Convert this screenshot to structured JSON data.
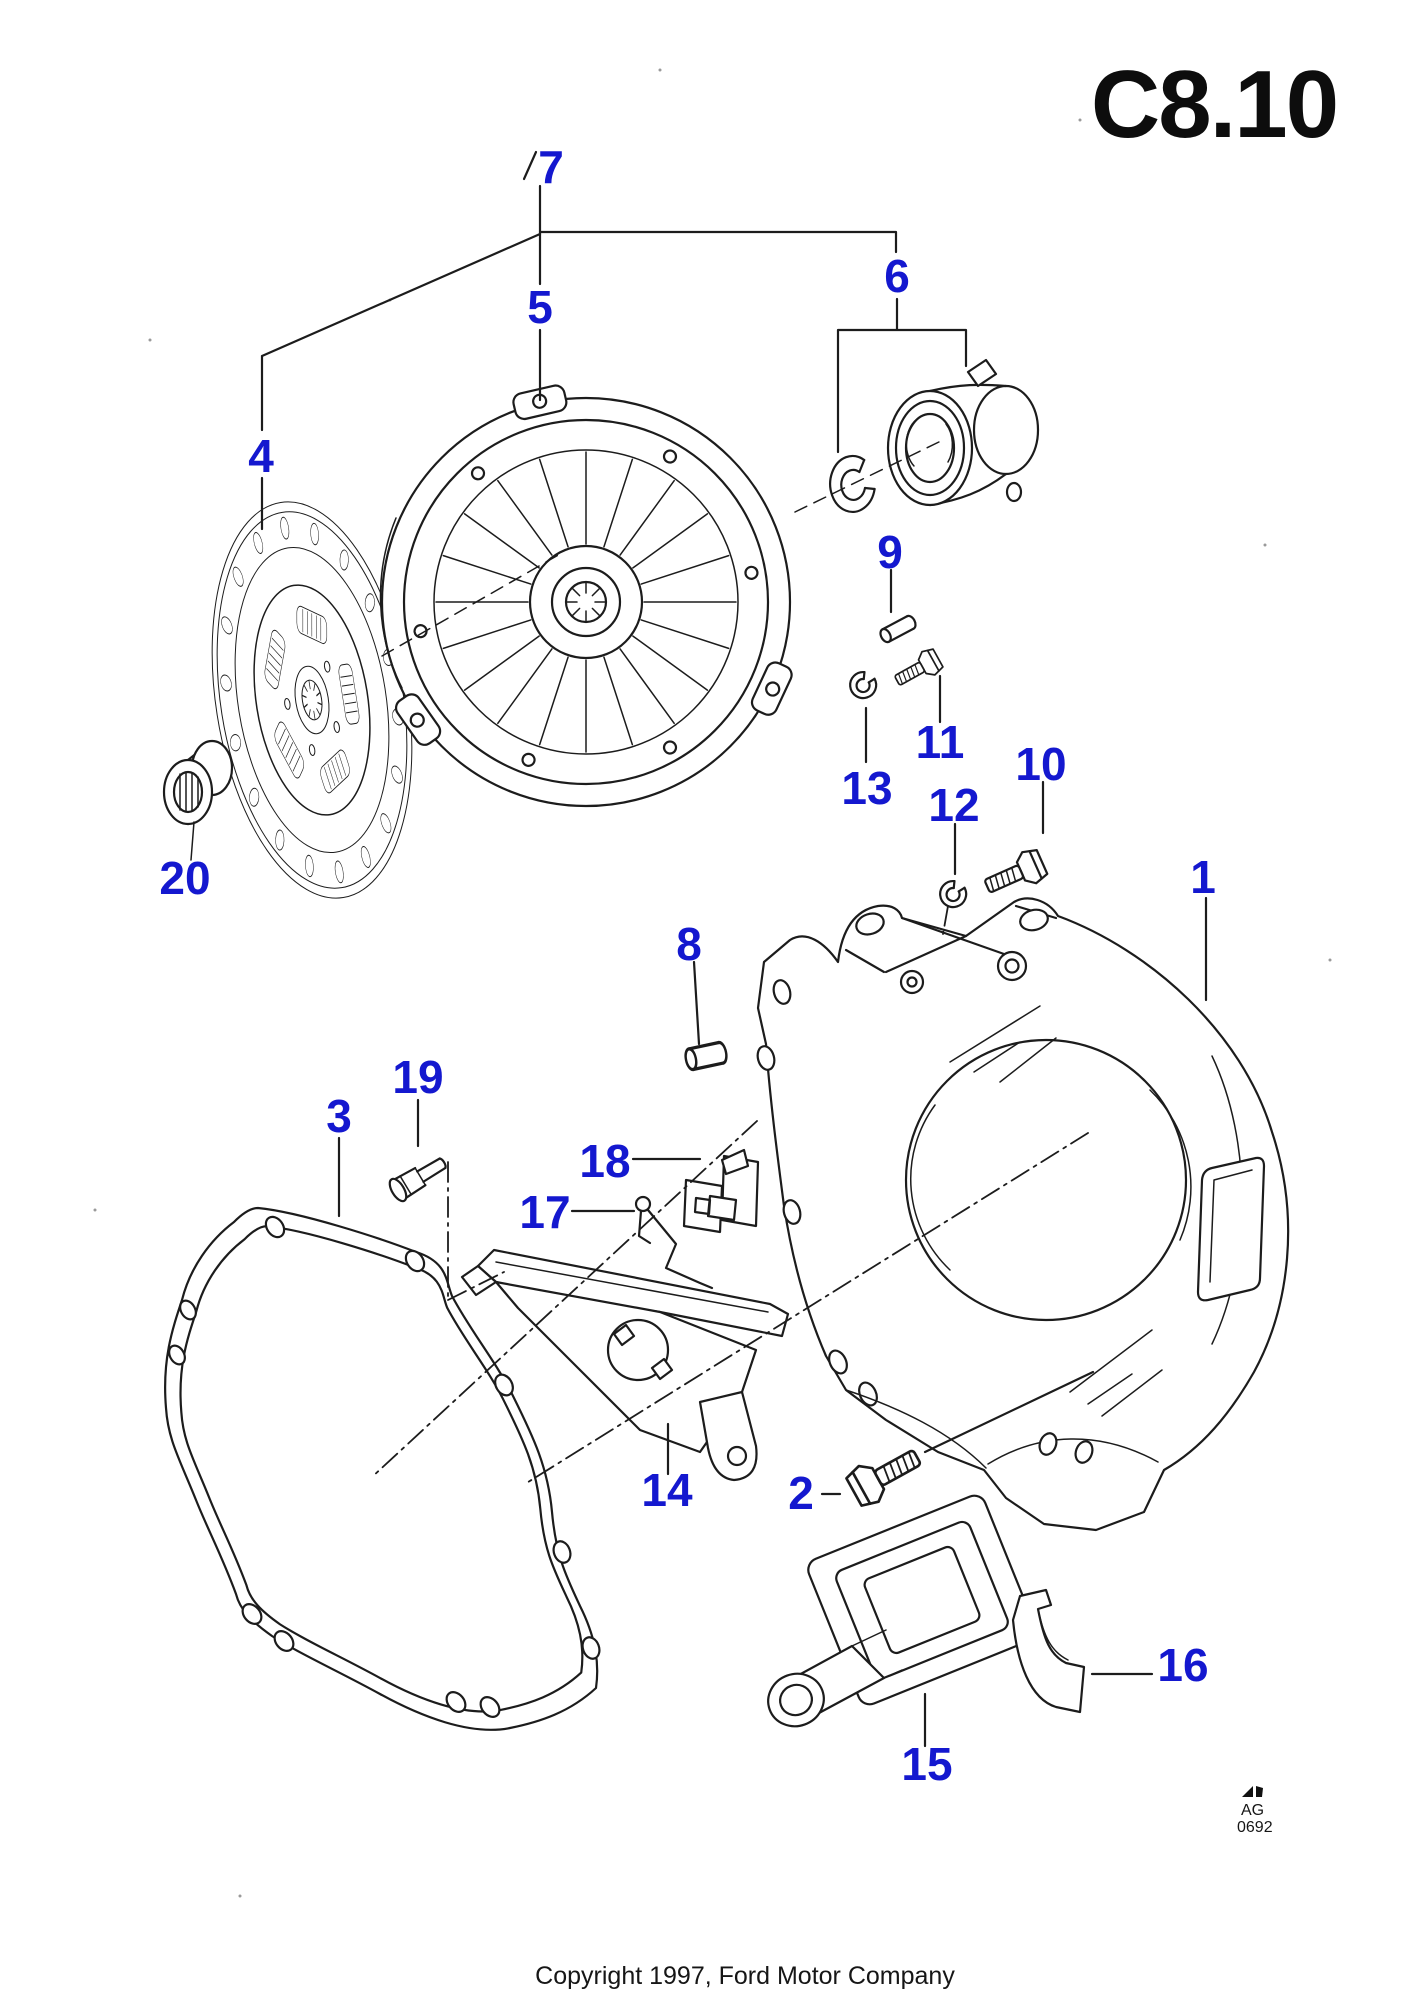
{
  "page": {
    "code": "C8.10",
    "copyright": "Copyright 1997, Ford Motor Company",
    "stamp": {
      "line1": "AG",
      "line2": "0692"
    }
  },
  "colors": {
    "label_blue": "#1418cf",
    "ink_black": "#1c1c1c",
    "background": "#ffffff"
  },
  "diagram": {
    "type": "exploded-parts-diagram",
    "labels": [
      {
        "n": "1"
      },
      {
        "n": "2"
      },
      {
        "n": "3"
      },
      {
        "n": "4"
      },
      {
        "n": "5"
      },
      {
        "n": "6"
      },
      {
        "n": "7"
      },
      {
        "n": "8"
      },
      {
        "n": "9"
      },
      {
        "n": "10"
      },
      {
        "n": "11"
      },
      {
        "n": "12"
      },
      {
        "n": "13"
      },
      {
        "n": "14"
      },
      {
        "n": "15"
      },
      {
        "n": "16"
      },
      {
        "n": "17"
      },
      {
        "n": "18"
      },
      {
        "n": "19"
      },
      {
        "n": "20"
      }
    ]
  }
}
